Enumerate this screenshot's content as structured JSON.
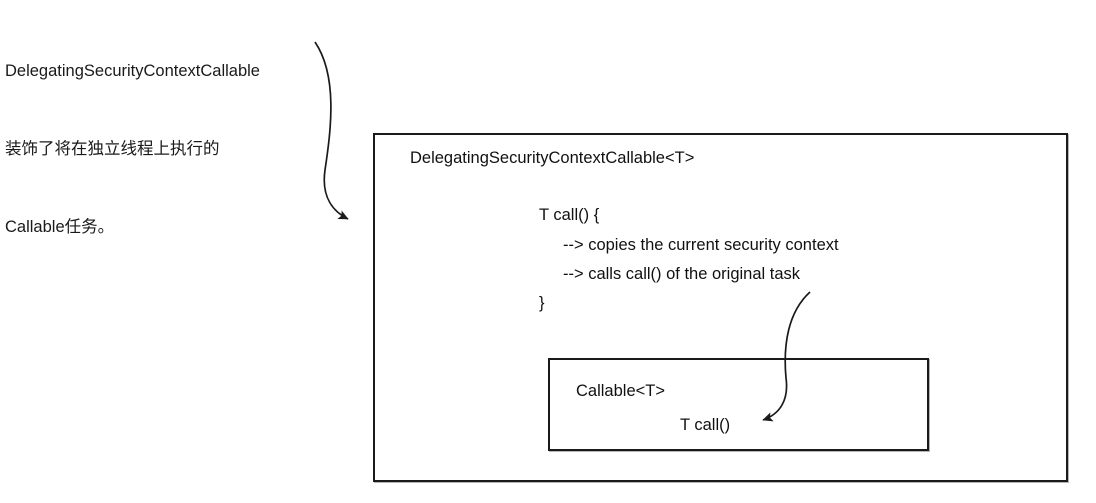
{
  "diagram": {
    "background_color": "#ffffff",
    "stroke_color": "#1a1a1a",
    "text_color": "#111111",
    "annotation": {
      "lines": [
        "DelegatingSecurityContextCallable",
        "装饰了将在独立线程上执行的",
        "Callable任务。"
      ]
    },
    "outer_box": {
      "title": "DelegatingSecurityContextCallable<T>",
      "code": {
        "open": "T call() {",
        "step_1": "--> copies the current security context",
        "step_2": "--> calls call() of the original task",
        "close": "}"
      }
    },
    "inner_box": {
      "title": "Callable<T>",
      "method": "T call()"
    },
    "connectors": [
      {
        "name": "annotation-to-outer-box",
        "from": "annotation",
        "to": "outer_box",
        "arrowhead": "right-down"
      },
      {
        "name": "delegate-call-to-original-call",
        "from": "calls call() of the original task",
        "to": "T call()",
        "arrowhead": "left"
      }
    ]
  }
}
